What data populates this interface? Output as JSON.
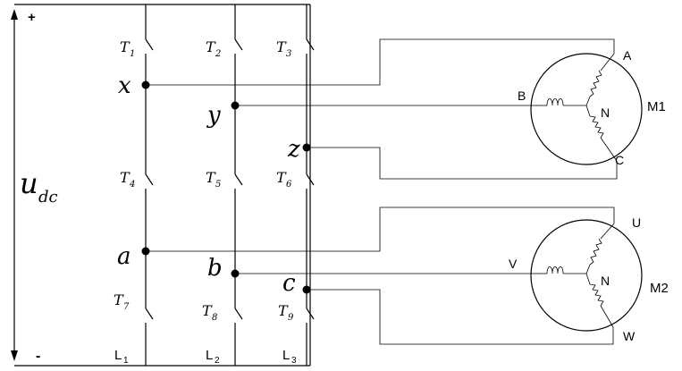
{
  "source": {
    "voltage_label": "u",
    "voltage_subscript": "dc",
    "plus": "+",
    "minus": "-"
  },
  "legs": [
    {
      "top_node": "x",
      "bottom_node": "a",
      "upper_switch": "T",
      "upper_switch_sub": "1",
      "mid_switch": "T",
      "mid_switch_sub": "4",
      "lower_switch": "T",
      "lower_switch_sub": "7",
      "leg_label": "L",
      "leg_sub": "1"
    },
    {
      "top_node": "y",
      "bottom_node": "b",
      "upper_switch": "T",
      "upper_switch_sub": "2",
      "mid_switch": "T",
      "mid_switch_sub": "5",
      "lower_switch": "T",
      "lower_switch_sub": "8",
      "leg_label": "L",
      "leg_sub": "2"
    },
    {
      "top_node": "z",
      "bottom_node": "c",
      "upper_switch": "T",
      "upper_switch_sub": "3",
      "mid_switch": "T",
      "mid_switch_sub": "6",
      "lower_switch": "T",
      "lower_switch_sub": "9",
      "leg_label": "L",
      "leg_sub": "3"
    }
  ],
  "motors": [
    {
      "name": "M1",
      "phases": [
        "A",
        "B",
        "C"
      ],
      "neutral": "N"
    },
    {
      "name": "M2",
      "phases": [
        "U",
        "V",
        "W"
      ],
      "neutral": "N"
    }
  ]
}
